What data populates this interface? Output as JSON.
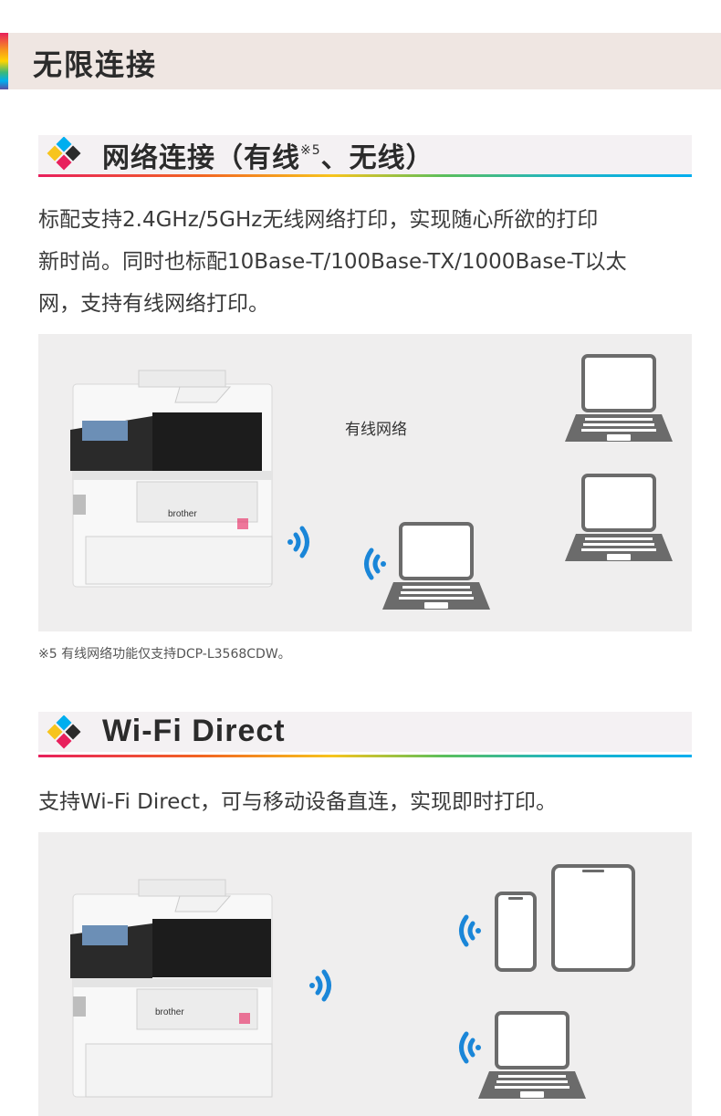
{
  "banner": {
    "title": "无限连接"
  },
  "section_network": {
    "title_main": "网络连接（有线",
    "title_sup": "※5",
    "title_rest": "、无线）",
    "paragraph_lines": [
      "标配支持2.4GHz/5GHz无线网络打印，实现随心所欲的打印",
      "新时尚。同时也标配10Base-T/100Base-TX/1000Base-T以太",
      "网，支持有线网络打印。"
    ],
    "diagram_label": "有线网络",
    "printer_brand": "brother",
    "footnote": "※5  有线网络功能仅支持DCP-L3568CDW。"
  },
  "section_wifi": {
    "title": "Wi-Fi Direct",
    "paragraph": "支持Wi-Fi Direct，可与移动设备直连，实现即时打印。",
    "printer_brand": "brother"
  },
  "colors": {
    "banner_bg": "#efe6e2",
    "section_bg": "#f4f1f3",
    "panel_bg": "#efeeee",
    "wifi_blue": "#1a86d8",
    "device_gray": "#6b6b6b"
  }
}
